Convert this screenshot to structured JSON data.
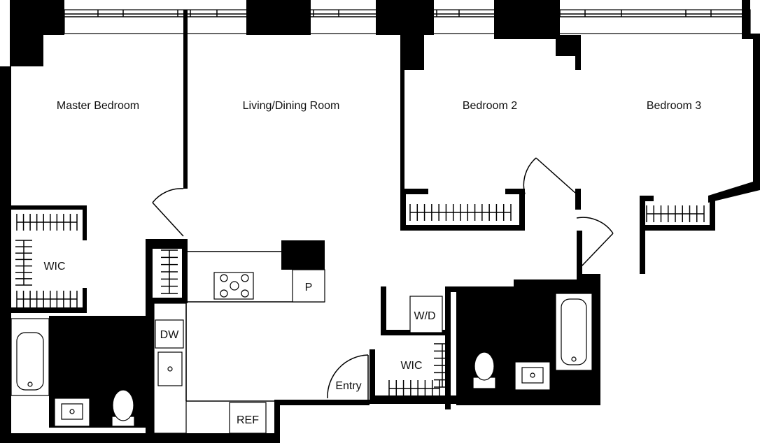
{
  "rooms": {
    "master_bedroom": "Master Bedroom",
    "living_dining": "Living/Dining Room",
    "bedroom2": "Bedroom 2",
    "bedroom3": "Bedroom 3",
    "wic_master": "WIC",
    "wic_hall": "WIC",
    "entry": "Entry"
  },
  "fixtures": {
    "pantry": "P",
    "washer_dryer": "W/D",
    "dishwasher": "DW",
    "refrigerator": "REF"
  },
  "colors": {
    "wall": "#000000",
    "background": "#ffffff"
  }
}
